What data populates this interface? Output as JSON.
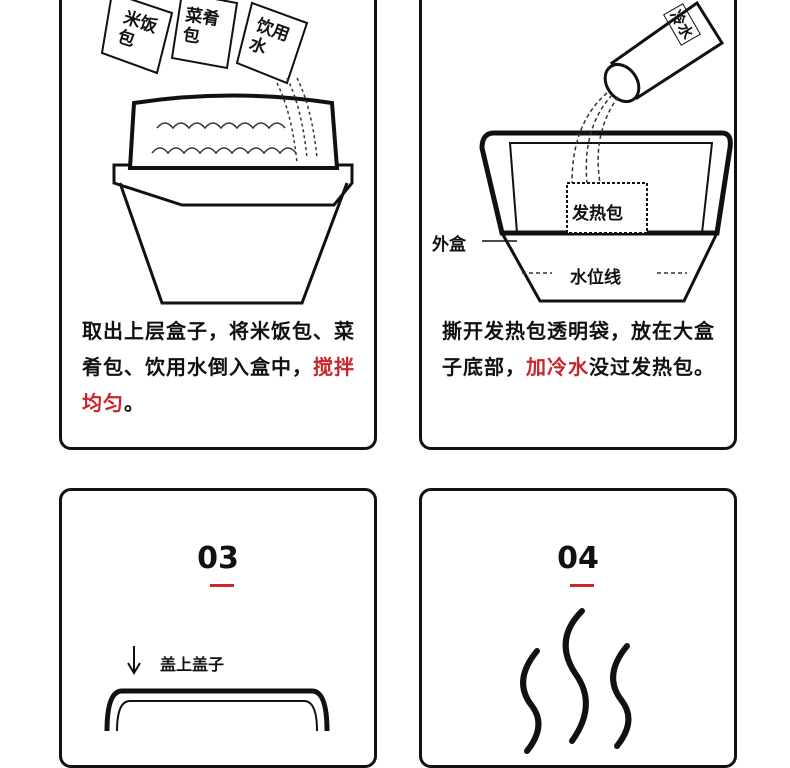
{
  "steps": [
    {
      "packets": [
        "米饭包",
        "菜肴包",
        "饮用水"
      ],
      "desc_parts": [
        "取出上层盒子，将米饭包、菜肴包、饮用水倒入盒中，",
        "搅拌均匀",
        "。"
      ]
    },
    {
      "bottle_label": "冷水",
      "heat_pack_label": "发热包",
      "outer_box_label": "外盒",
      "water_line_label": "水位线",
      "desc_parts": [
        "撕开发热包透明袋，放在大盒子底部，",
        "加冷水",
        "没过发热包。"
      ]
    },
    {
      "number": "03",
      "lid_label": "盖上盖子"
    },
    {
      "number": "04"
    }
  ],
  "colors": {
    "accent": "#c9252c",
    "border": "#111111"
  }
}
